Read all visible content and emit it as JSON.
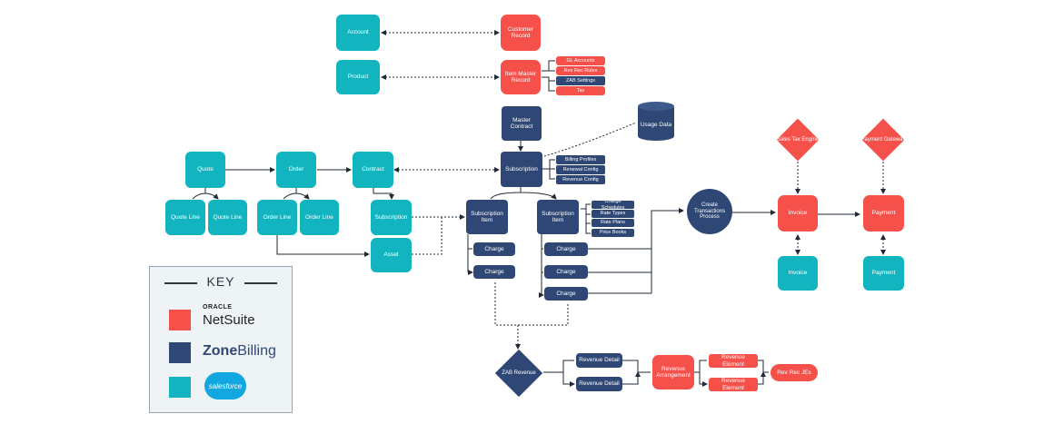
{
  "colors": {
    "salesforce": "#12b5bf",
    "zonebilling": "#2e4774",
    "netsuite": "#f6504a"
  },
  "nodes": {
    "account": "Account",
    "customer_record": "Customer Record",
    "product": "Product",
    "item_master_record": "Item Master Record",
    "gl_accounts": "GL Accounts",
    "rev_rec_rules": "Rev Rec Rules",
    "zab_settings": "ZAB Settings",
    "tax": "Tax",
    "master_contract": "Master Contract",
    "usage_data": "Usage Data",
    "quote": "Quote",
    "order": "Order",
    "contract": "Contract",
    "subscription_main": "Subscription",
    "billing_profiles": "Billing Profiles",
    "renewal_config": "Renewal Config",
    "revenue_config": "Revenue Config",
    "quote_line_1": "Quote Line",
    "quote_line_2": "Quote Line",
    "order_line_1": "Order Line",
    "order_line_2": "Order Line",
    "subscription_sf": "Subscription",
    "asset": "Asset",
    "subscription_item_1": "Subscription Item",
    "subscription_item_2": "Subscription Item",
    "charge_schedules": "Charge Schedules",
    "rate_types": "Rate Types",
    "rate_plans": "Rate Plans",
    "price_books": "Price Books",
    "charge_1": "Charge",
    "charge_2": "Charge",
    "charge_3": "Charge",
    "charge_4": "Charge",
    "charge_5": "Charge",
    "create_transactions": "Create Transactions Process",
    "sales_tax_engine": "Sales Tax Engine",
    "payment_gateway": "Payment Gateway",
    "invoice_ns": "Invoice",
    "payment_ns": "Payment",
    "invoice_sf": "Invoice",
    "payment_sf": "Payment",
    "zab_revenue": "ZAB Revenue",
    "revenue_detail_1": "Revenue Detail",
    "revenue_detail_2": "Revenue Detail",
    "revenue_arrangement": "Revenue Arrangement",
    "revenue_element_1": "Revenue Element",
    "revenue_element_2": "Revenue Element",
    "rev_rec_jes": "Rev Rec JEs"
  },
  "key": {
    "title": "KEY",
    "oracle": "ORACLE",
    "netsuite": "NetSuite",
    "zone": "Zone",
    "billing": "Billing",
    "salesforce": "salesforce"
  }
}
